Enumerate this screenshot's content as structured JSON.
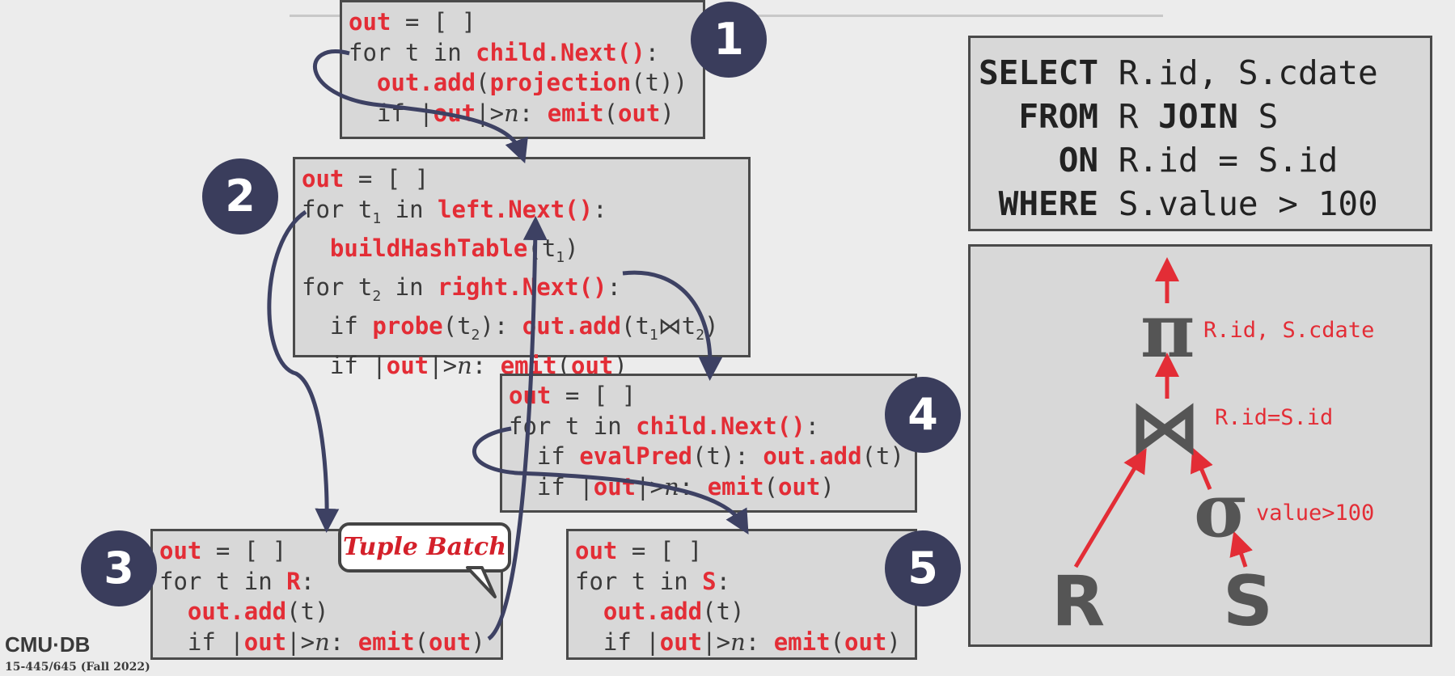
{
  "badges": [
    "1",
    "2",
    "3",
    "4",
    "5"
  ],
  "operators": {
    "proj": {
      "kw_out": "out",
      "rest1": " = [ ]",
      "l2a": "for t in ",
      "l2b": "child.Next()",
      "l2c": ":",
      "l3a": "  ",
      "l3b": "out.add",
      "l3c": "(",
      "l3d": "projection",
      "l3e": "(t))",
      "l4a": "  if |",
      "l4b": "out",
      "l4c": "|>",
      "l4n": "n",
      "l4d": ": ",
      "l4e": "emit",
      "l4f": "(",
      "l4g": "out",
      "l4h": ")"
    },
    "join": {
      "out": "out",
      "eq": " = [ ]",
      "for1": "for t",
      "sub1": "1",
      "in1": " in ",
      "left": "left.Next()",
      "c1": ":",
      "build": "  buildHashTable",
      "bt": "(t",
      "bsub": "1",
      "bc": ")",
      "for2": "for t",
      "sub2": "2",
      "in2": " in ",
      "right": "right.Next()",
      "c2": ":",
      "if1": "  if ",
      "probe": "probe",
      "pt": "(t",
      "psub": "2",
      "pc": "): ",
      "add": "out.add",
      "at": "(t",
      "asub1": "1",
      "bowtie": "⋈",
      "at2": "t",
      "asub2": "2",
      "ac": ")",
      "if2": "  if |",
      "o2": "out",
      "gt": "|>",
      "n": "n",
      "col": ": ",
      "emit": "emit",
      "ep": "(",
      "eo": "out",
      "ec": ")"
    },
    "filter": {
      "out": "out",
      "eq": " = [ ]",
      "for": "for t in ",
      "child": "child.Next()",
      "c": ":",
      "if": "  if ",
      "eval": "evalPred",
      "et": "(t): ",
      "add": "out.add",
      "at": "(t)",
      "if2": "  if |",
      "o2": "out",
      "gt": "|>",
      "n": "n",
      "col": ": ",
      "emit": "emit",
      "ep": "(",
      "eo": "out",
      "ec": ")"
    },
    "scanR": {
      "out": "out",
      "eq": " = [ ]",
      "for": "for t in ",
      "rel": "R",
      "c": ":",
      "add": "  out.add",
      "at": "(t)",
      "if2": "  if |",
      "o2": "out",
      "gt": "|>",
      "n": "n",
      "col": ": ",
      "emit": "emit",
      "ep": "(",
      "eo": "out",
      "ec": ")"
    },
    "scanS": {
      "out": "out",
      "eq": " = [ ]",
      "for": "for t in ",
      "rel": "S",
      "c": ":",
      "add": "  out.add",
      "at": "(t)",
      "if2": "  if |",
      "o2": "out",
      "gt": "|>",
      "n": "n",
      "col": ": ",
      "emit": "emit",
      "ep": "(",
      "eo": "out",
      "ec": ")"
    }
  },
  "sql": {
    "select_kw": "SELECT",
    "select_rest": " R.id, S.cdate",
    "from_kw": "  FROM",
    "from_rest1": " R ",
    "join_kw": "JOIN",
    "from_rest2": " S",
    "on_kw": "    ON",
    "on_rest": " R.id = S.id",
    "where_kw": " WHERE",
    "where_rest": " S.value > 100"
  },
  "plan": {
    "pi": "π",
    "pi_label": "R.id, S.cdate",
    "join": "⋈",
    "join_label": "R.id=S.id",
    "sigma": "σ",
    "sigma_label": "value>100",
    "R": "R",
    "S": "S"
  },
  "bubble": "Tuple Batch",
  "logo": "CMU·DB",
  "course": "15-445/645 (Fall 2022)",
  "colors": {
    "accent": "#e32d36",
    "badge": "#3a3d5c",
    "flow": "#3d4163"
  }
}
